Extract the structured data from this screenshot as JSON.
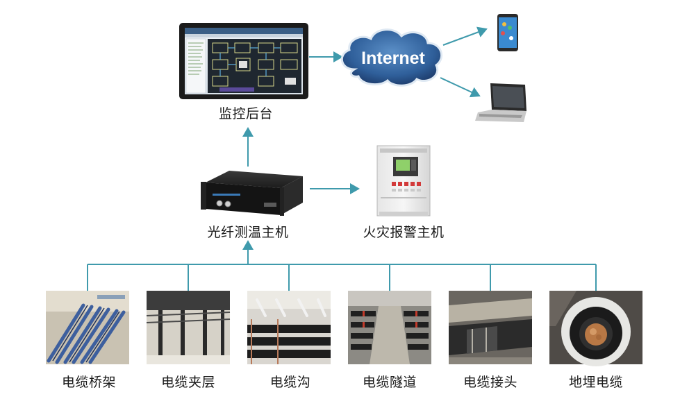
{
  "nodes": {
    "monitor_backend": {
      "label": "监控后台"
    },
    "internet": {
      "label": "Internet"
    },
    "fiber_host": {
      "label": "光纤测温主机"
    },
    "fire_alarm_host": {
      "label": "火灾报警主机"
    }
  },
  "sites": [
    {
      "label": "电缆桥架",
      "photo": "cable-tray-photo"
    },
    {
      "label": "电缆夹层",
      "photo": "cable-mezzanine-photo"
    },
    {
      "label": "电缆沟",
      "photo": "cable-trench-photo"
    },
    {
      "label": "电缆隧道",
      "photo": "cable-tunnel-photo"
    },
    {
      "label": "电缆接头",
      "photo": "cable-joint-photo"
    },
    {
      "label": "地埋电缆",
      "photo": "buried-cable-photo"
    }
  ],
  "colors": {
    "connector": "#3f9aac",
    "cloud": "#2f5f9a",
    "cloud_dark": "#1f3f70",
    "text": "#1a1a1a"
  }
}
